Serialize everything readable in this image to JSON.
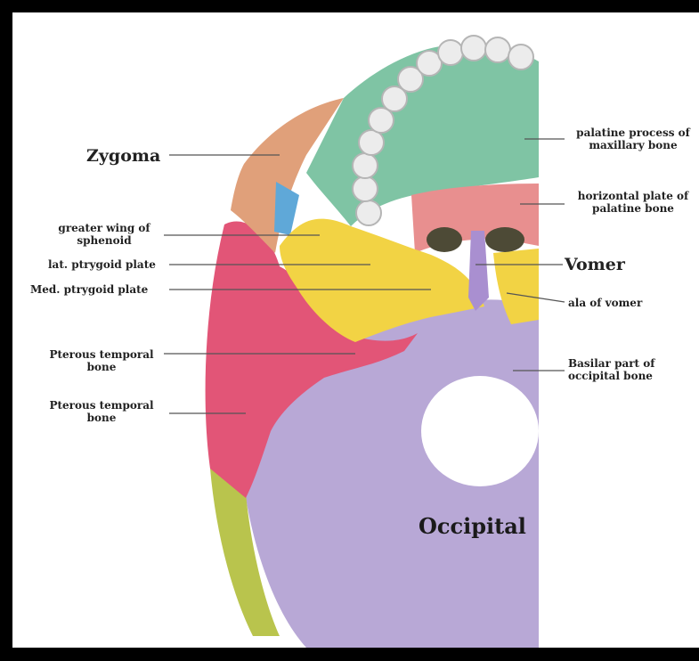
{
  "labels": {
    "zygoma": "Zygoma",
    "greater_wing_1": "greater wing of",
    "greater_wing_2": "sphenoid",
    "lat_ptrygoid": "lat. ptrygoid plate",
    "med_ptrygoid": "Med. ptrygoid plate",
    "pterous_1a": "Pterous temporal",
    "pterous_1b": "bone",
    "pterous_2a": "Pterous temporal",
    "pterous_2b": "bone",
    "palatine_process_1": "palatine process of",
    "palatine_process_2": "maxillary bone",
    "horizontal_plate_1": "horizontal plate of",
    "horizontal_plate_2": "palatine bone",
    "vomer": "Vomer",
    "ala_vomer": "ala of vomer",
    "basilar_1": "Basilar part of",
    "basilar_2": "occipital bone",
    "occipital": "Occipital"
  },
  "colors": {
    "background": "#000000",
    "canvas": "#ffffff",
    "maxilla": "#7fc4a4",
    "palatine": "#e88f8f",
    "sphenoid": "#f2d344",
    "vomer": "#a98fd0",
    "temporal": "#e25577",
    "occipital": "#b8a8d6",
    "zygoma": "#e0a07a",
    "parietal_edge": "#b9c44d",
    "teeth": "#e8e8e8"
  }
}
